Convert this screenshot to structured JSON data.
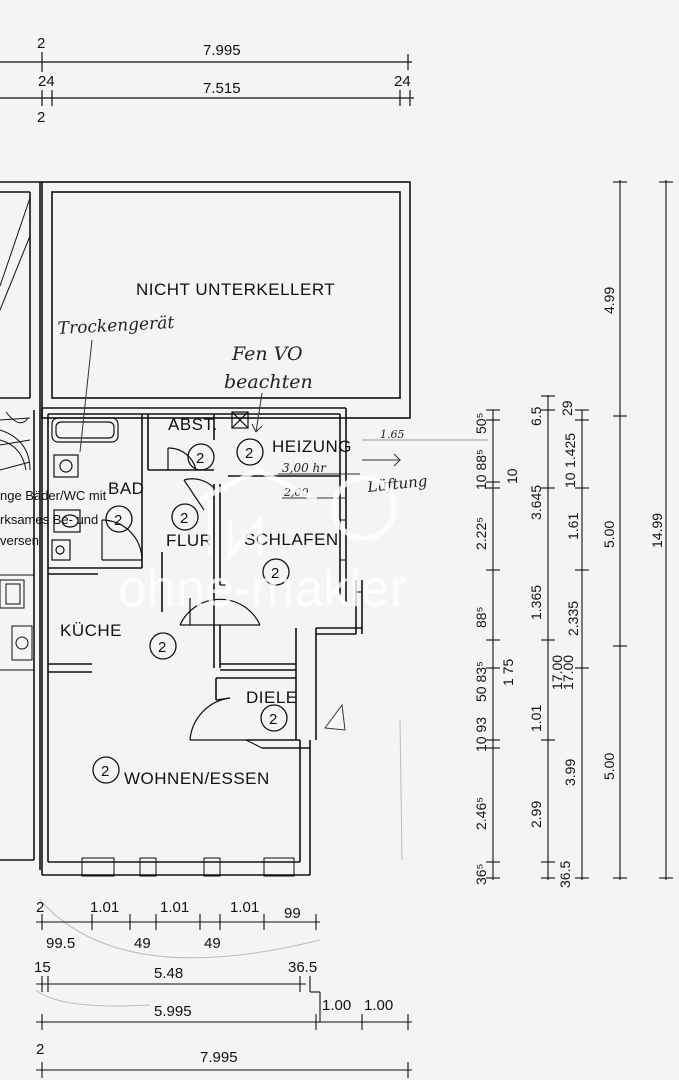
{
  "rooms": {
    "nicht_unterkellert": "NICHT UNTERKELLERT",
    "abst": "ABST.",
    "heizung": "HEIZUNG",
    "bad": "BAD",
    "flur": "FLUR",
    "schlafen": "SCHLAFEN",
    "kueche": "KÜCHE",
    "diele": "DIELE",
    "wohnen_essen": "WOHNEN/ESSEN",
    "room_marker": "2"
  },
  "handwritten": {
    "trockengeraet": "Trockengerät",
    "fen_vo_1": "Fen VO",
    "fen_vo_2": "beachten",
    "lueftung": "Lüftung",
    "h300": "3,00 hr",
    "h200": "2,00",
    "h165": "1.65"
  },
  "neighbor_note": {
    "line1": "nge Bäder/WC mit",
    "line2": "rksames Be- und",
    "line3": "versen"
  },
  "watermark": "ohne-makler",
  "top_dims": {
    "a_small": "2",
    "a_value": "7.995",
    "b_left": "24",
    "b_value": "7.515",
    "b_right": "24",
    "c_small": "2"
  },
  "bottom_dims": {
    "r1_start": "2",
    "r1_a": "1.01",
    "r1_b": "1.01",
    "r1_c": "1.01",
    "r1_d": "99",
    "r2_a": "99.5",
    "r2_b": "49",
    "r2_c": "49",
    "r3_start": "15",
    "r3_a": "5.48",
    "r3_b": "36.5",
    "r4_a": "5.995",
    "r4_b": "1.00",
    "r4_c": "1.00",
    "r5_start": "2",
    "r5_a": "7.995"
  },
  "right_dims": {
    "c1": [
      "50⁵",
      "10 88⁵",
      "2.22⁵",
      "88⁵",
      "50 83⁵",
      "10 93",
      "2.46⁵",
      "36⁵"
    ],
    "c2": [
      "6.5",
      "10",
      "1 75",
      "1.01",
      "2.99",
      "36.5"
    ],
    "c3": [
      "29",
      "3.645",
      "1.365",
      "17.00",
      "3.99"
    ],
    "c4": [
      "1.425",
      "10",
      "1.61",
      "2.335",
      "17.00"
    ],
    "c5": [
      "4.99",
      "5.00",
      "5.00"
    ],
    "c6": [
      "14.99"
    ]
  }
}
